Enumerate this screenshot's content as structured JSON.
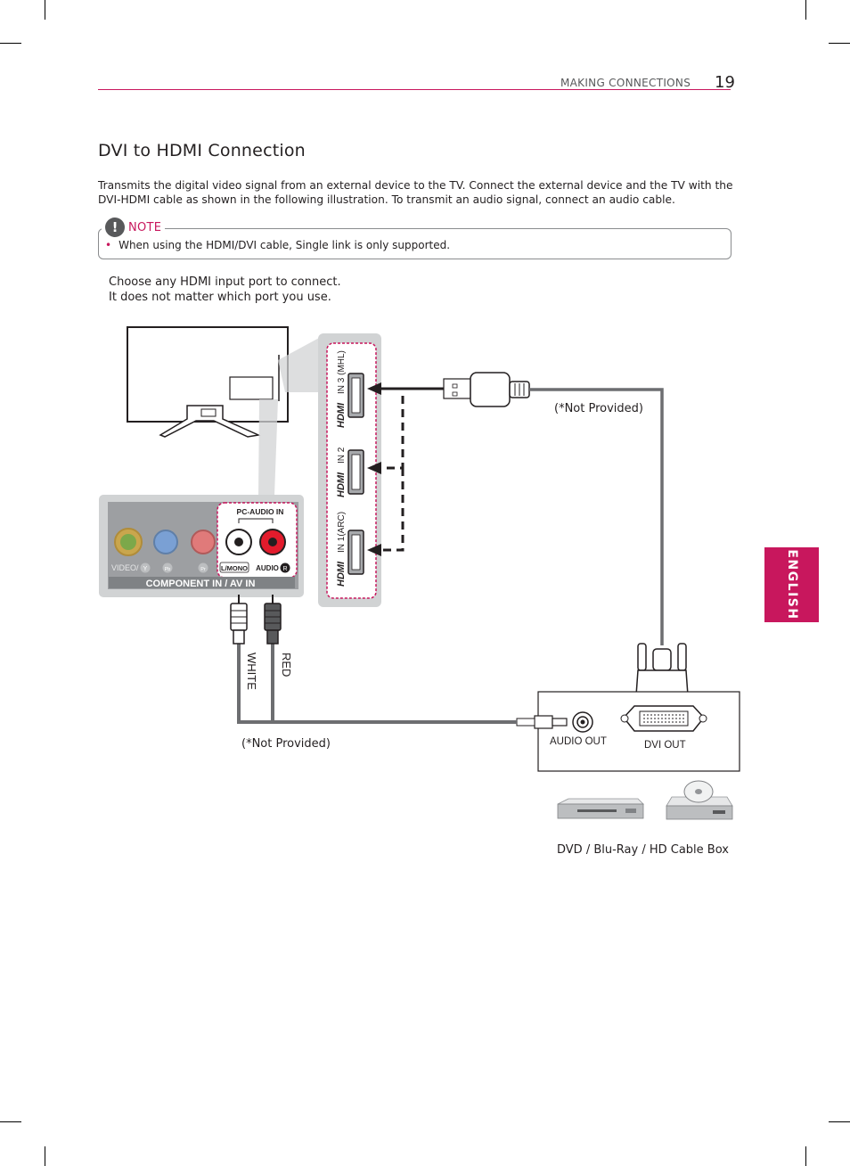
{
  "header": {
    "section": "MAKING CONNECTIONS",
    "page_number": "19"
  },
  "title": "DVI to HDMI Connection",
  "intro": "Transmits the digital video signal from an external device to the TV. Connect the external device and the TV with the DVI-HDMI cable as shown in the following illustration. To transmit an audio signal, connect an audio cable.",
  "note": {
    "label": "NOTE",
    "items": [
      "When using the HDMI/DVI cable, Single link is only supported."
    ]
  },
  "instruction": {
    "line1": "Choose any HDMI input port to connect.",
    "line2": "It does not matter which port you use."
  },
  "language_tab": "ENGLISH",
  "diagram": {
    "av_panel": {
      "pc_audio_in": "PC-AUDIO IN",
      "video": "VIDEO/",
      "y": "Y",
      "pb": "Pb",
      "pr": "Pr",
      "l_mono": "L/MONO",
      "audio": "AUDIO",
      "r": "R",
      "component": "COMPONENT IN / AV IN"
    },
    "hdmi_ports": [
      {
        "logo": "HDMI",
        "label": "IN 3 (MHL)"
      },
      {
        "logo": "HDMI",
        "label": "IN 2"
      },
      {
        "logo": "HDMI",
        "label": "IN 1(ARC)"
      }
    ],
    "cable_labels": {
      "white": "WHITE",
      "red": "RED"
    },
    "not_provided_hdmi": "(*Not Provided)",
    "not_provided_audio": "(*Not Provided)",
    "audio_out": "AUDIO OUT",
    "dvi_out": "DVI OUT",
    "devices_label": "DVD / Blu-Ray / HD Cable Box"
  },
  "colors": {
    "accent": "#c8175d",
    "cable": "#6d6e71",
    "panel": "#d1d3d4"
  }
}
